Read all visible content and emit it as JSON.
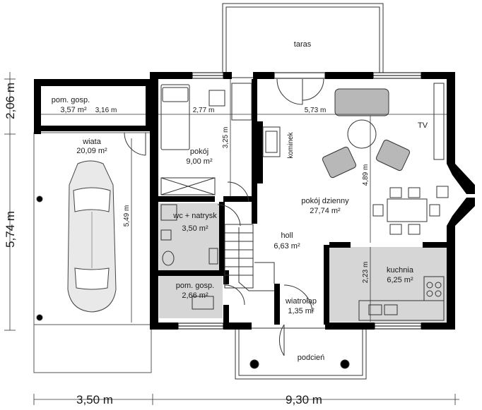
{
  "rooms": {
    "taras": "taras",
    "pom_gosp_top": "pom. gosp.",
    "pom_gosp_top_area": "3,57 m²",
    "wiata": "wiata",
    "wiata_area": "20,09 m²",
    "pokoj": "pokój",
    "pokoj_area": "9,00 m²",
    "wc": "wc + natrysk",
    "wc_area": "3,50 m²",
    "pom_gosp_bottom": "pom. gosp.",
    "pom_gosp_bottom_area": "2,66 m²",
    "holl": "holl",
    "holl_area": "6,63 m²",
    "wiatrolap": "wiatrołap",
    "wiatrolap_area": "1,35 m²",
    "podcien": "podcień",
    "pokoj_dzienny": "pokój dzienny",
    "pokoj_dzienny_area": "27,74 m²",
    "kuchnia": "kuchnia",
    "kuchnia_area": "6,25 m²",
    "kominek": "kominek",
    "tv": "TV"
  },
  "inner_dims": {
    "d_316": "3,16 m",
    "d_277": "2,77 m",
    "d_573": "5,73 m",
    "d_325": "3,25 m",
    "d_549": "5,49 m",
    "d_489": "4,89 m",
    "d_223": "2,23 m"
  },
  "outer_dims": {
    "left_top": "2,06 m",
    "left_main": "5,74 m",
    "bottom_left": "3,50 m",
    "bottom_right": "9,30 m"
  },
  "colors": {
    "wall": "#000000",
    "tile": "#d6d6d6",
    "line": "#333333"
  }
}
